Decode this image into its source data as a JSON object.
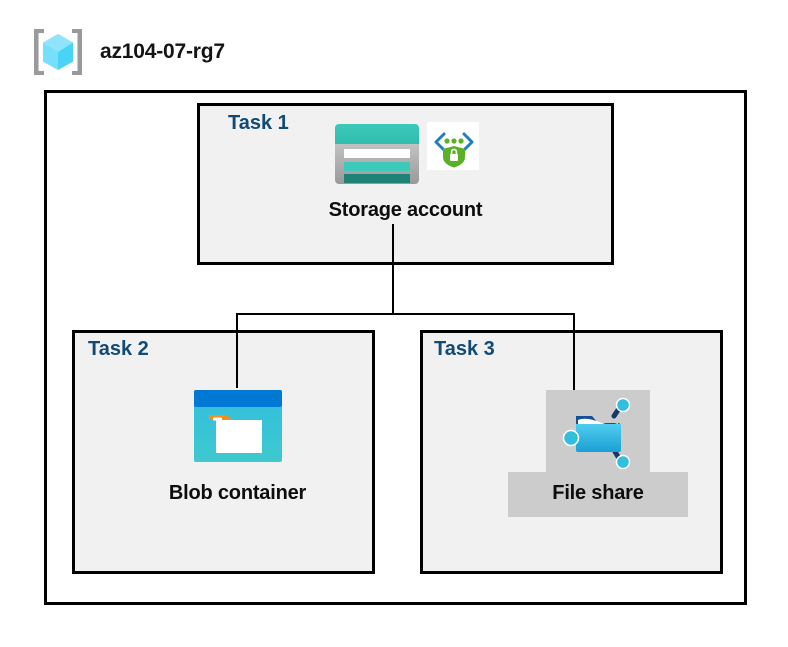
{
  "diagram": {
    "title": "az104-07-rg7",
    "resource_group_icon": "resource-group-cube-icon",
    "tasks": [
      {
        "id": "task1",
        "label": "Task 1",
        "node_label": "Storage account",
        "icons": [
          "storage-account-icon",
          "secure-transfer-shield-lock-icon"
        ]
      },
      {
        "id": "task2",
        "label": "Task 2",
        "node_label": "Blob container",
        "icons": [
          "blob-container-icon"
        ]
      },
      {
        "id": "task3",
        "label": "Task 3",
        "node_label": "File share",
        "icons": [
          "file-share-icon"
        ],
        "selected": true
      }
    ],
    "connectors": [
      {
        "from": "task1",
        "to": "task2"
      },
      {
        "from": "task1",
        "to": "task3"
      }
    ]
  },
  "colors": {
    "task_label": "#114a75",
    "box_border": "#000000",
    "task_fill": "#f1f1f1",
    "canvas": "#ffffff",
    "selection_highlight": "#cccccc",
    "storage_teal": "#35c4b5",
    "storage_teal_dark": "#1f8277",
    "blob_blue": "#0078d4",
    "blob_cyan": "#32bedd",
    "blob_orange": "#f78d1e",
    "fileshare_blue": "#32bedd",
    "shield_green": "#5ab026",
    "chevron_blue": "#1f7dc4",
    "cube_cyan": "#9fe9fb",
    "bracket_gray": "#9a9a9a"
  }
}
